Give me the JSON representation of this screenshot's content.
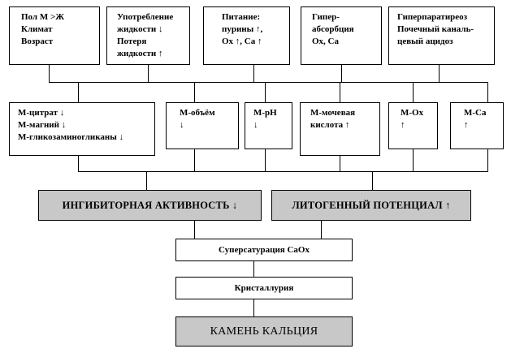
{
  "top_factors": [
    "Пол  М >Ж\nКлимат\nВозраст",
    "Употребление\nжидкости ↓\nПотеря\nжидкости ↑",
    "Питание:\nпурины ↑,\nOx ↑, Ca ↑",
    "Гипер-\nабсорбция\nOx, Ca",
    "Гиперпаратиреоз\nПочечный каналь-\nцевый ацидоз"
  ],
  "urine_factors": [
    "М-цитрат ↓\nМ-магний ↓\nМ-гликозаминогликаны ↓",
    "М-объём\n↓",
    "М-pH\n↓",
    "М-мочевая\nкислота ↑",
    "М-Ox\n↑",
    "М-Ca\n↑"
  ],
  "mechanisms": {
    "inhibitory": "ИНГИБИТОРНАЯ АКТИВНОСТЬ ↓",
    "lithogenic": "ЛИТОГЕННЫЙ ПОТЕНЦИАЛ ↑"
  },
  "chain": {
    "supersaturation": "Суперсатурация СаОх",
    "crystalluria": "Кристаллурия",
    "result": "КАМЕНЬ КАЛЬЦИЯ"
  }
}
